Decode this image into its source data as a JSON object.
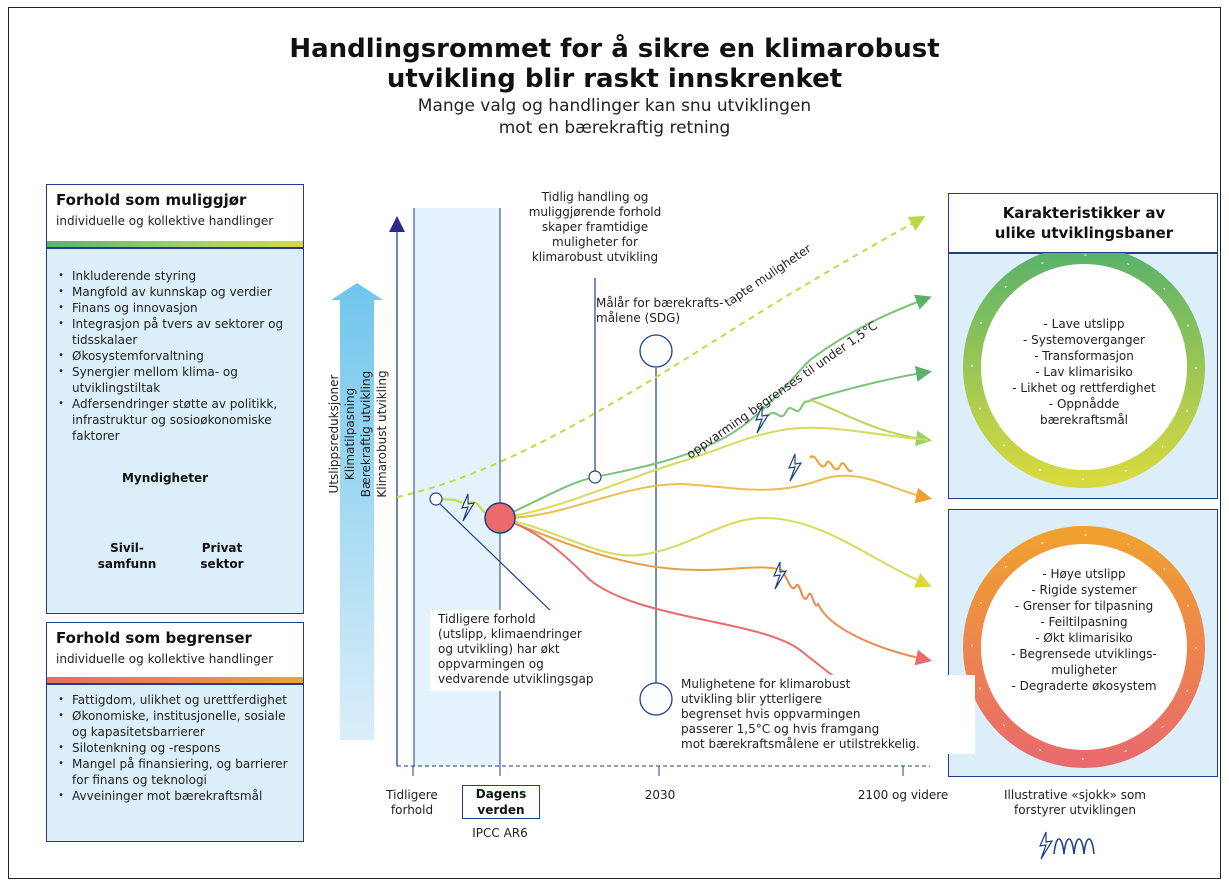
{
  "title": {
    "line1": "Handlingsrommet for å sikre en klimarobust",
    "line2": "utvikling blir raskt innskrenket",
    "sub1": "Mange valg og handlinger kan snu utviklingen",
    "sub2": "mot en bærekraftig retning"
  },
  "enablers": {
    "title": "Forhold som muliggjør",
    "subtitle": "individuelle og kollektive handlinger",
    "items": [
      "Inkluderende styring",
      "Mangfold av kunnskap og verdier",
      "Finans og innovasjon",
      "Integrasjon på tvers av sektorer og tidsskalaer",
      "Økosystemforvaltning",
      "Synergier mellom klima- og utviklingstiltak",
      "Adfersendringer støtte av politikk, infrastruktur og sosioøkonomiske faktorer"
    ],
    "actors": {
      "top": "Myndigheter",
      "left": "Sivil-\nsamfunn",
      "right": "Privat\nsektor"
    }
  },
  "constraints": {
    "title": "Forhold som begrenser",
    "subtitle": "individuelle og kollektive handlinger",
    "items": [
      "Fattigdom, ulikhet og urettferdighet",
      "Økonomiske, institusjonelle, sosiale og kapasitetsbarrierer",
      "Silotenkning og -respons",
      "Mangel på finansiering, og barrierer for finans og teknologi",
      "Avveininger mot bærekraftsmål"
    ]
  },
  "vertical_arrow_labels": [
    "Utslippsreduksjoner",
    "Klimatilpasning",
    "Bærekraftig utvikling",
    "Klimarobust utvikling"
  ],
  "timeline": {
    "earlier": "Tidligere\nforhold",
    "today": "Dagens\nverden",
    "today_source": "IPCC AR6",
    "t2030": "2030",
    "t2100": "2100 og videre"
  },
  "annotations": {
    "early_action": "Tidlig handling og\nmuliggjørende forhold\nskaper framtidige\nmuligheter for\nklimarobust utvikling",
    "sdg": "Målår for bærekrafts-\nmålene (SDG)",
    "lost_opportunities": "tapte muligheter",
    "warming_limited": "oppvarming begrenses til under 1,5°C",
    "past_conditions": "Tidligere forhold\n(utslipp, klimaendringer\nog utvikling) har økt\noppvarmingen og\nvedvarende utviklingsgap",
    "further_limited": "Mulighetene for klimarobust\nutvikling blir ytterligere\nbegrenset hvis oppvarmingen\npasserer 1,5°C og hvis framgang\nmot bærekraftsmålene er utilstrekkelig.",
    "shocks": "Illustrative «sjokk» som\nforstyrer utviklingen"
  },
  "characteristics": {
    "title": "Karakteristikker av\nulike utviklingsbaner",
    "good": [
      "- Lave utslipp",
      "- Systemoverganger",
      "- Transformasjon",
      "- Lav klimarisiko",
      "- Likhet og rettferdighet",
      "- Oppnådde",
      "bærekraftsmål"
    ],
    "bad": [
      "- Høye utslipp",
      "- Rigide systemer",
      "- Grenser for tilpasning",
      "- Feiltilpasning",
      "- Økt klimarisiko",
      "- Begrensede utviklings-",
      "muligheter",
      "- Degraderte økosystem"
    ]
  },
  "colors": {
    "navy": "#1f3f8a",
    "panel_blue": "#dbeef9",
    "green": "#5bb36a",
    "light_green": "#9bcf6a",
    "yellow": "#d8d940",
    "orange": "#f0a030",
    "red": "#e96b6b",
    "today_dot": "#ee6a6a"
  }
}
